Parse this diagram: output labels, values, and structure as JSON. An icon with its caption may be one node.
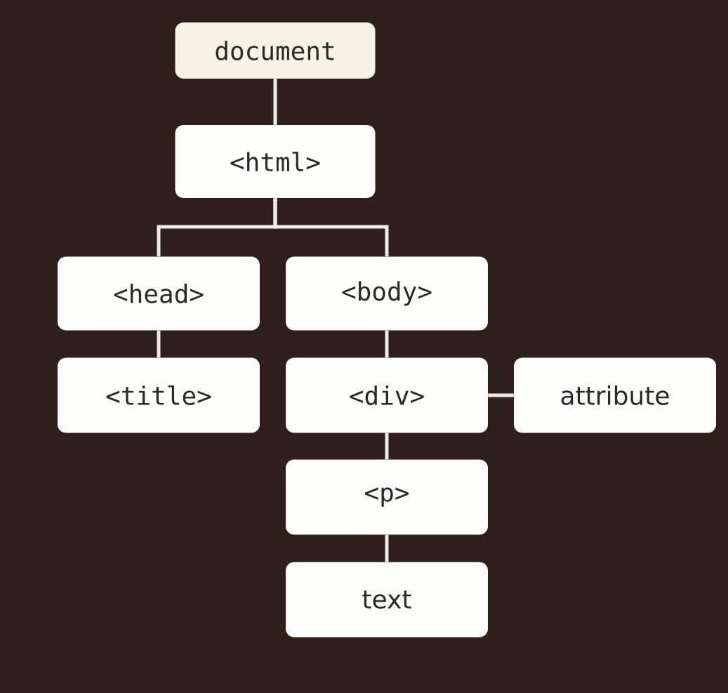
{
  "diagram": {
    "nodes": [
      {
        "text": [
          "document"
        ]
      },
      {
        "text": [
          "<html>"
        ]
      },
      {
        "text": [
          "<head>"
        ]
      },
      {
        "text": [
          "<body>"
        ]
      },
      {
        "text": [
          "<title>"
        ]
      },
      {
        "text": [
          "<div>"
        ]
      },
      {
        "text": [
          "attribute"
        ]
      },
      {
        "text": [
          "<p>"
        ]
      },
      {
        "text": [
          "text"
        ]
      }
    ],
    "edges": [
      {
        "from": 0,
        "to": 1,
        "arrow": "none"
      },
      {
        "from": 1,
        "to": 2,
        "arrow": "none"
      },
      {
        "from": 1,
        "to": 3,
        "arrow": "none"
      },
      {
        "from": 2,
        "to": 4,
        "arrow": "none"
      },
      {
        "from": 3,
        "to": 5,
        "arrow": "none"
      },
      {
        "from": 5,
        "to": 6,
        "arrow": "none"
      },
      {
        "from": 5,
        "to": 7,
        "arrow": "none"
      },
      {
        "from": 7,
        "to": 8,
        "arrow": "none"
      }
    ]
  }
}
